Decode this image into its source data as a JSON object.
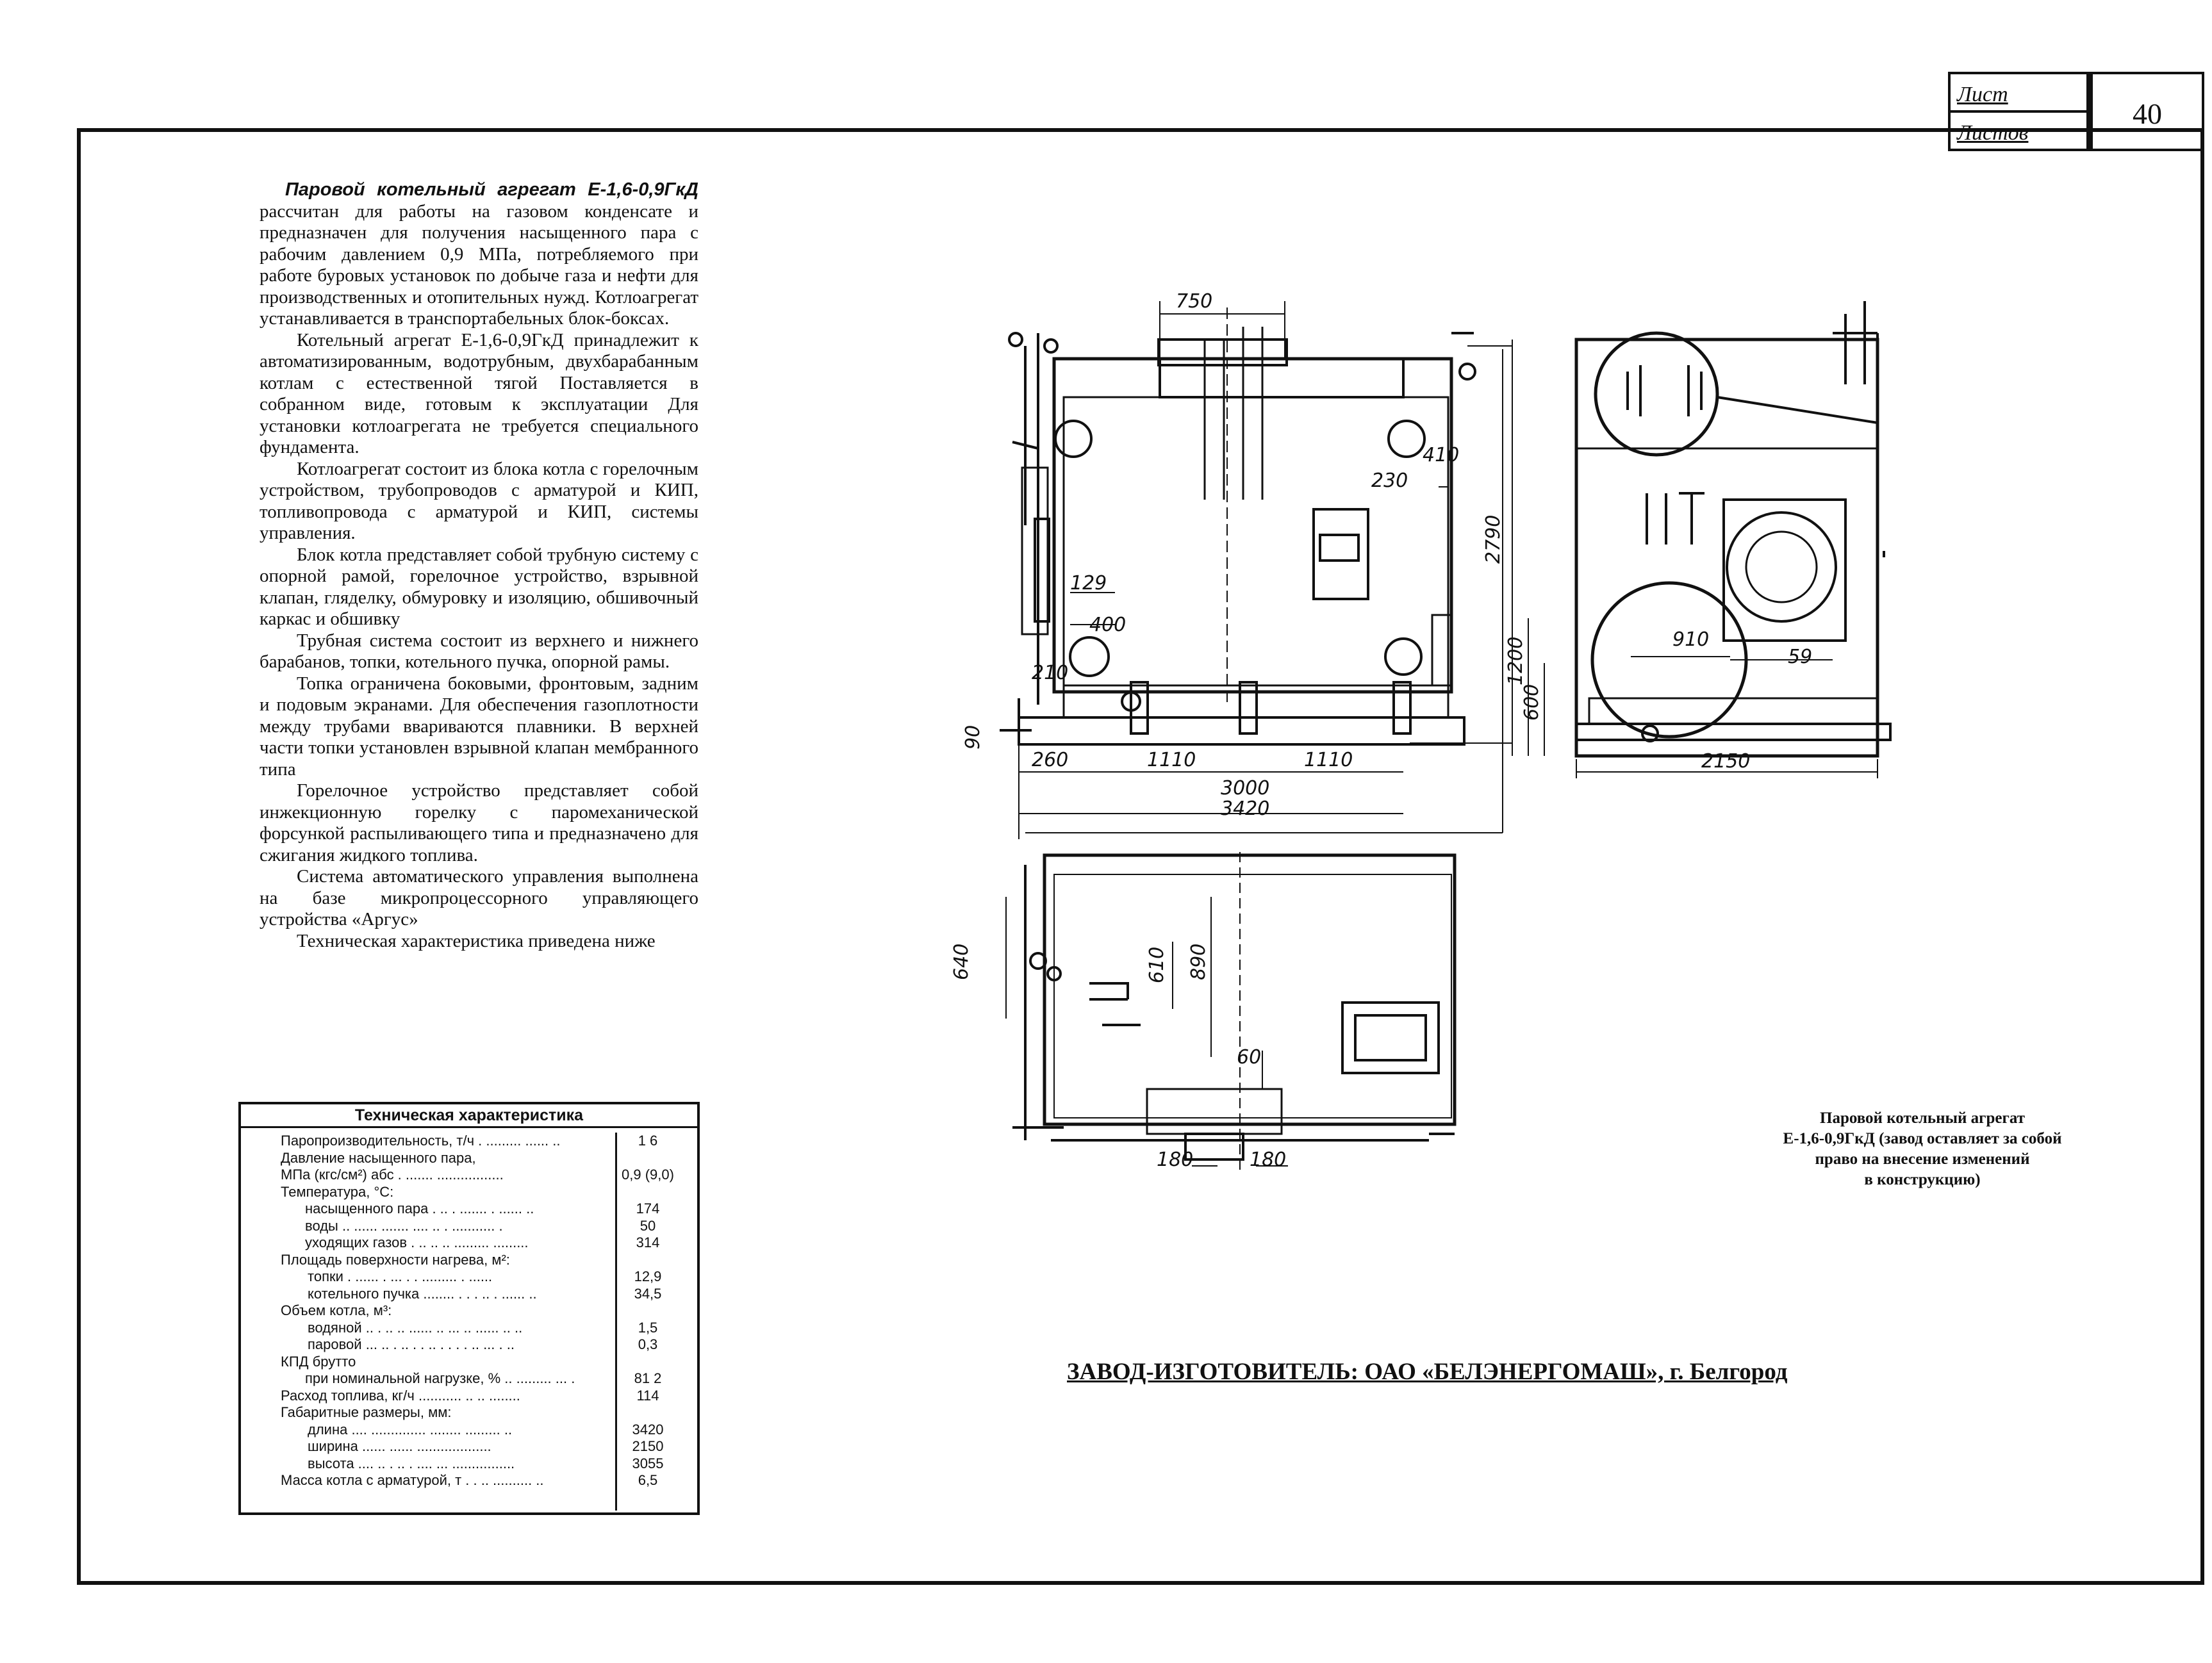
{
  "stamp": {
    "sheet_label": "Лист",
    "sheets_label": "Листов",
    "sheet_number": "40"
  },
  "description": {
    "lead": "Паровой котельный агрегат Е-1,6-0,9ГкД",
    "p1": "рассчитан для работы на газовом конденсате и предназначен для получения насыщенного пара с рабочим давлением 0,9 МПа, потребляемого при работе буровых установок по добыче газа и нефти для производственных и отопительных нужд. Котлоагрегат устанавливается в транспортабельных блок-боксах.",
    "p2": "Котельный агрегат Е-1,6-0,9ГкД принадлежит к автоматизированным, водотрубным, двухбарабанным котлам с естественной тягой Поставляется в собранном виде, готовым к эксплуатации Для установки котлоагрегата не требуется специального фундамента.",
    "p3": "Котлоагрегат состоит из блока котла с горелочным устройством, трубопроводов с арматурой и КИП, топливопровода с арматурой и КИП, системы управления.",
    "p4": "Блок котла представляет собой трубную систему с опорной рамой, горелочное устройство, взрывной клапан, гляделку, обмуровку и изоляцию, обшивочный каркас и обшивку",
    "p5": "Трубная система состоит из верхнего и нижнего барабанов, топки, котельного пучка, опорной рамы.",
    "p6": "Топка ограничена боковыми, фронтовым, задним и подовым экранами. Для обеспечения газоплотности между трубами ввариваются плавники. В верхней части топки установлен взрывной клапан мембранного типа",
    "p7": "Горелочное устройство представляет собой инжекционную горелку с паромеханической форсункой распыливающего типа и предназначено для сжигания жидкого топлива.",
    "p8": "Система автоматического управления выполнена на базе микропроцессорного управляющего устройства «Аргус»",
    "p9": "Техническая характеристика приведена ниже"
  },
  "tech_table": {
    "title": "Техническая характеристика",
    "rows": [
      {
        "label": "Паропроизводительность, т/ч . ......... ...... ..",
        "value": "1 6",
        "indent": 0
      },
      {
        "label": "Давление насыщенного пара,",
        "value": "",
        "indent": 0
      },
      {
        "label": "МПа (кгс/см²) абс   . .......       .................",
        "value": "0,9 (9,0)",
        "indent": 0
      },
      {
        "label": "Температура, °С:",
        "value": "",
        "indent": 0
      },
      {
        "label": "насыщенного пара .   .. . ....... . ...... ..",
        "value": "174",
        "indent": 1
      },
      {
        "label": "воды .. ...... ....... ....  .. .     ........... .",
        "value": "50",
        "indent": 1
      },
      {
        "label": "уходящих газов  . .. .. .. ......... .........",
        "value": "314",
        "indent": 1
      },
      {
        "label": "Площадь поверхности нагрева, м²:",
        "value": "",
        "indent": 0
      },
      {
        "label": "топки  .  ......  . ... . . ......... . ......",
        "value": "12,9",
        "indent": 2
      },
      {
        "label": "котельного пучка ........ . . . .. . ...... ..",
        "value": "34,5",
        "indent": 2
      },
      {
        "label": "Объем котла, м³:",
        "value": "",
        "indent": 0
      },
      {
        "label": "водяной  .. . .. .. ...... .. ... .. ...... .. ..",
        "value": "1,5",
        "indent": 2
      },
      {
        "label": "паровой ...  .. . .. . . .. . . . . .. ... . ..",
        "value": "0,3",
        "indent": 2
      },
      {
        "label": "КПД брутто",
        "value": "",
        "indent": 0
      },
      {
        "label": "при номинальной нагрузке, %  .. ......... ... .",
        "value": "81 2",
        "indent": 1
      },
      {
        "label": "Расход топлива, кг/ч ........... .. .. ........",
        "value": "114",
        "indent": 0
      },
      {
        "label": "Габаритные размеры, мм:",
        "value": "",
        "indent": 0
      },
      {
        "label": "длина   .... .............. ........ ......... ..",
        "value": "3420",
        "indent": 2
      },
      {
        "label": "ширина  ......  ...... ...................",
        "value": "2150",
        "indent": 2
      },
      {
        "label": "высота   .... .. . .. . .... ... ................",
        "value": "3055",
        "indent": 2
      },
      {
        "label": "Масса котла с арматурой, т  .  .   .. .......... ..",
        "value": "6,5",
        "indent": 0
      }
    ]
  },
  "caption": {
    "line1": "Паровой котельный агрегат",
    "line2": "Е-1,6-0,9ГкД (завод оставляет за собой",
    "line3": "право на внесение изменений",
    "line4": "в конструкцию)"
  },
  "manufacturer": "ЗАВОД-ИЗГОТОВИТЕЛЬ: ОАО «БЕЛЭНЕРГОМАШ», г. Белгород",
  "dimensions": {
    "d750": "750",
    "d410": "410",
    "d230": "230",
    "d2790": "2790",
    "d129": "129",
    "d400": "400",
    "d210": "210",
    "d90": "90",
    "d260": "260",
    "d1110a": "1110",
    "d1110b": "1110",
    "d3000": "3000",
    "d3420": "3420",
    "d1200": "1200",
    "d600": "600",
    "d910": "910",
    "d59": "59",
    "d2150": "2150",
    "d640": "640",
    "d610": "610",
    "d890": "890",
    "d60": "60",
    "d180a": "180",
    "d180b": "180"
  }
}
